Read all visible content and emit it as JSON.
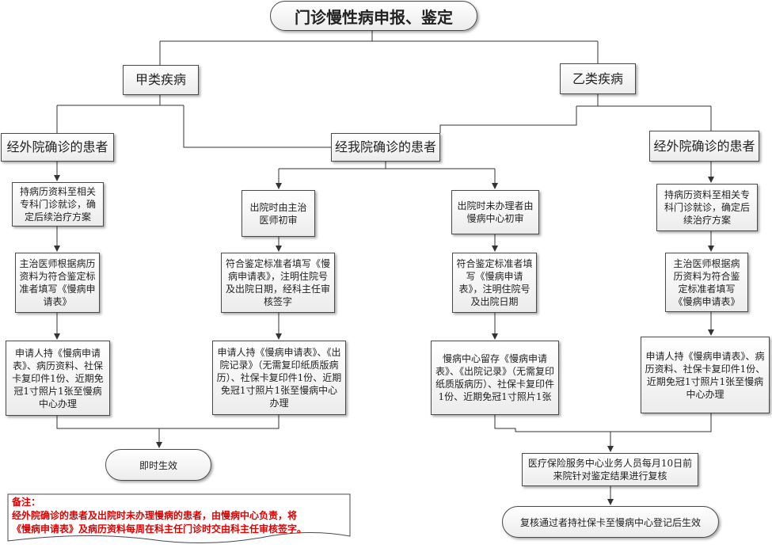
{
  "title": "门诊慢性病申报、鉴定",
  "categories": {
    "a": "甲类疾病",
    "b": "乙类疾病"
  },
  "patients": {
    "left_external": "经外院确诊的患者",
    "center_internal": "经我院确诊的患者",
    "right_external": "经外院确诊的患者"
  },
  "left_column": {
    "step1": "持病历资料至相关专科门诊就诊，确定后续治疗方案",
    "step2": "主治医师根据病历资料为符合鉴定标准者填写《慢病申请表》",
    "step3": "申请人持《慢病申请表》、病历资料、社保卡复印件1份、近期免冠1寸照片1张至慢病中心办理"
  },
  "center_left_column": {
    "step1": "出院时由主治医师初审",
    "step2": "符合鉴定标准者填写《慢病申请表》，注明住院号及出院日期，经科主任审核签字",
    "step3": "申请人持《慢病申请表》、《出院记录》（无需复印纸质版病历）、社保卡复印件1份、近期免冠1寸照片1张至慢病中心办理"
  },
  "center_right_column": {
    "step1": "出院时未办理者由慢病中心初审",
    "step2": "符合鉴定标准者填写《慢病申请表》，注明住院号及出院日期",
    "step3": "慢病中心留存《慢病申请表》、《出院记录》（无需复印纸质版病历）、社保卡复印件1份、近期免冠1寸照片1张"
  },
  "right_column": {
    "step1": "持病历资料至相关专科门诊就诊，确定后续治疗方案",
    "step2": "主治医师根据病历资料为符合鉴定标准者填写《慢病申请表》",
    "step3": "申请人持《慢病申请表》、病历资料、社保卡复印件1份、近期免冠1寸照片1张至慢病中心办理"
  },
  "outcomes": {
    "immediate": "即时生效",
    "review": "医疗保险服务中心业务人员每月10日前来院针对鉴定结果进行复核",
    "after_review": "复核通过者持社保卡至慢病中心登记后生效"
  },
  "note": {
    "heading": "备注：",
    "line1": "经外院确诊的患者及出院时未办理慢病的患者，由慢病中心负责，将",
    "line2": "《慢病申请表》及病历资料每周在科主任门诊时交由科主任审核签字。"
  }
}
